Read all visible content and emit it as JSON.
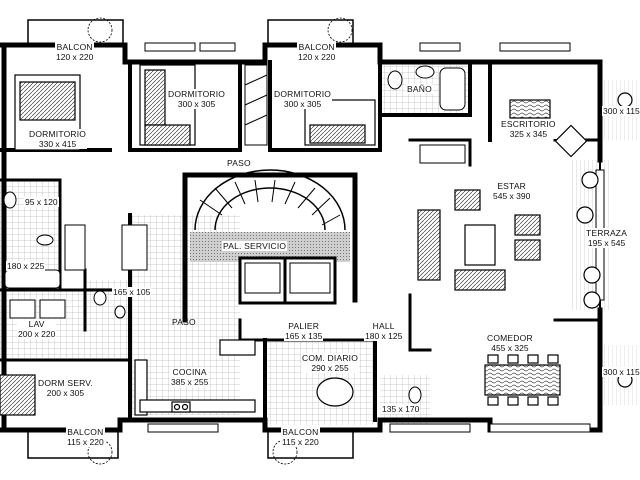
{
  "rooms": {
    "balcon_top_left": {
      "name": "BALCON",
      "dims": "120 x 220"
    },
    "balcon_top_mid": {
      "name": "BALCON",
      "dims": "120 x 220"
    },
    "dorm_1": {
      "name": "DORMITORIO",
      "dims": "330 x 415"
    },
    "dorm_2": {
      "name": "DORMITORIO",
      "dims": "300 x 305"
    },
    "dorm_3": {
      "name": "DORMITORIO",
      "dims": "300 x 305"
    },
    "bano": {
      "name": "BAÑO"
    },
    "escritorio": {
      "name": "ESCRITORIO",
      "dims": "325 x 345"
    },
    "terrace_small_top": {
      "dims": "300 x 115"
    },
    "paso_top": {
      "name": "PASO"
    },
    "estar": {
      "name": "ESTAR",
      "dims": "545 x 390"
    },
    "terraza": {
      "name": "TERRAZA",
      "dims": "195 x 545"
    },
    "closet_left": {
      "dims": "95 x 120"
    },
    "bath_left": {
      "dims": "180 x 225"
    },
    "pal_servicio": {
      "name": "PAL. SERVICIO"
    },
    "toilet_small": {
      "dims": "165 x 105"
    },
    "lav": {
      "name": "LAV",
      "dims": "200 x 220"
    },
    "paso_mid": {
      "name": "PASO"
    },
    "palier": {
      "name": "PALIER",
      "dims": "165 x 135"
    },
    "hall": {
      "name": "HALL",
      "dims": "180 x 125"
    },
    "comedor": {
      "name": "COMEDOR",
      "dims": "455 x 325"
    },
    "terrace_small_bot": {
      "dims": "300 x 115"
    },
    "cocina": {
      "name": "COCINA",
      "dims": "385 x 255"
    },
    "com_diario": {
      "name": "COM. DIARIO",
      "dims": "290 x 255"
    },
    "dorm_serv": {
      "name": "DORM SERV.",
      "dims": "200 x 305"
    },
    "closet_bot": {
      "dims": "135 x 170"
    },
    "balcon_bot_left": {
      "name": "BALCON",
      "dims": "115 x 220"
    },
    "balcon_bot_mid": {
      "name": "BALCON",
      "dims": "115 x 220"
    }
  }
}
